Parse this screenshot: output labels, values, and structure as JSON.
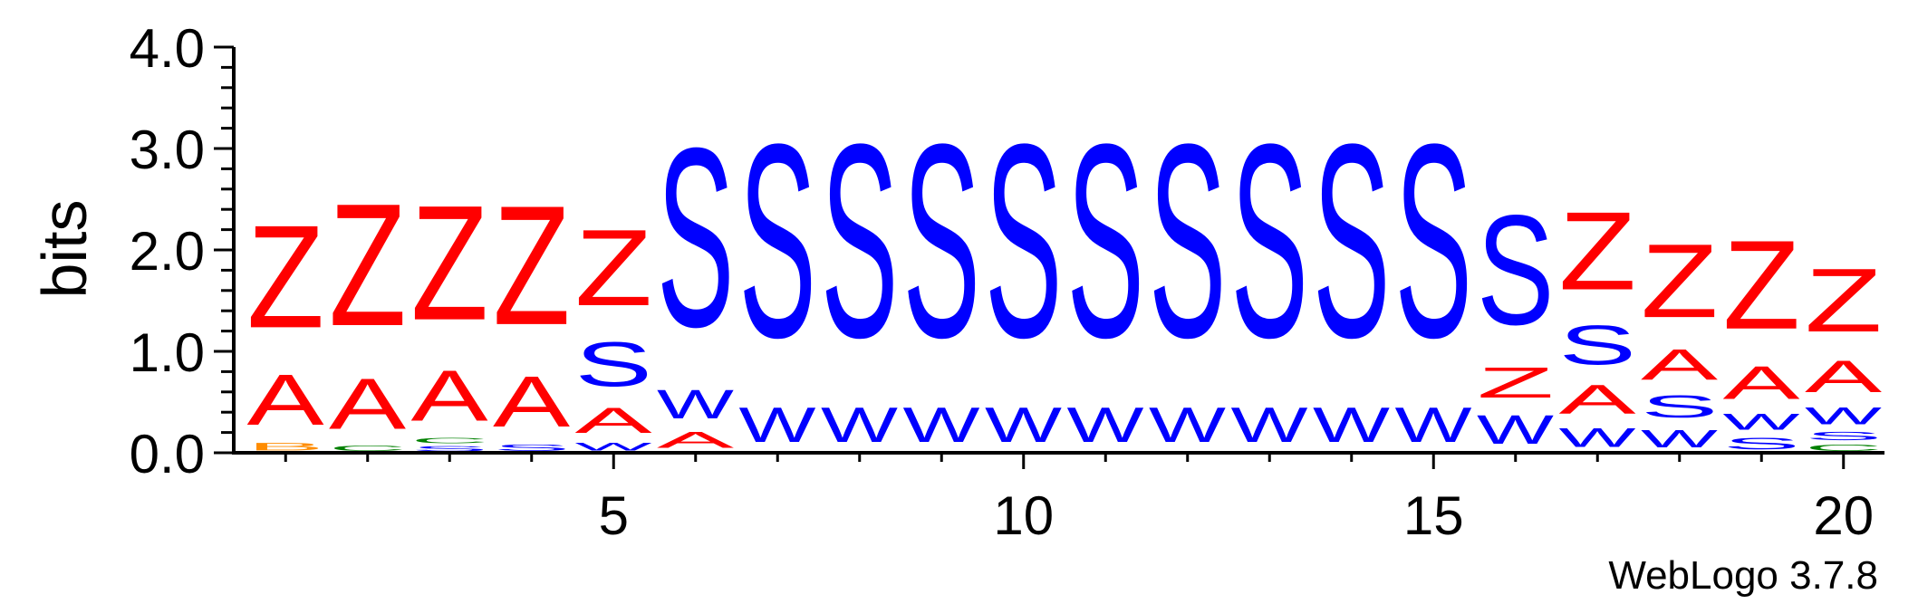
{
  "chart_data": {
    "type": "sequence-logo",
    "ylabel": "bits",
    "ylim": [
      0,
      4.0
    ],
    "y_ticks": [
      "0.0",
      "1.0",
      "2.0",
      "3.0",
      "4.0"
    ],
    "x_ticks": [
      5,
      10,
      15,
      20
    ],
    "positions": 20,
    "credit": "WebLogo 3.7.8",
    "letter_colors": {
      "Z": "#ff0000",
      "A": "#ff0000",
      "S": "#0000ff",
      "W": "#0000ff",
      "B": "#ff8c00",
      "C": "#008000"
    },
    "columns": [
      {
        "pos": 1,
        "stack": [
          {
            "l": "B",
            "h": 0.12
          },
          {
            "l": "A",
            "h": 0.8
          },
          {
            "l": "Z",
            "h": 1.62
          }
        ]
      },
      {
        "pos": 2,
        "stack": [
          {
            "l": "C",
            "h": 0.08
          },
          {
            "l": "A",
            "h": 0.8
          },
          {
            "l": "Z",
            "h": 1.93
          }
        ]
      },
      {
        "pos": 3,
        "stack": [
          {
            "l": "S",
            "h": 0.08
          },
          {
            "l": "C",
            "h": 0.08
          },
          {
            "l": "A",
            "h": 0.8
          },
          {
            "l": "Z",
            "h": 1.81
          }
        ]
      },
      {
        "pos": 4,
        "stack": [
          {
            "l": "S",
            "h": 0.1
          },
          {
            "l": "A",
            "h": 0.8
          },
          {
            "l": "Z",
            "h": 1.88
          }
        ]
      },
      {
        "pos": 5,
        "stack": [
          {
            "l": "W",
            "h": 0.12
          },
          {
            "l": "A",
            "h": 0.4
          },
          {
            "l": "S",
            "h": 0.7
          },
          {
            "l": "Z",
            "h": 1.2
          }
        ]
      },
      {
        "pos": 6,
        "stack": [
          {
            "l": "A",
            "h": 0.25
          },
          {
            "l": "W",
            "h": 0.45
          },
          {
            "l": "S",
            "h": 2.82
          }
        ]
      },
      {
        "pos": 7,
        "stack": [
          {
            "l": "W",
            "h": 0.55
          },
          {
            "l": "S",
            "h": 3.05
          }
        ]
      },
      {
        "pos": 8,
        "stack": [
          {
            "l": "W",
            "h": 0.55
          },
          {
            "l": "S",
            "h": 3.05
          }
        ]
      },
      {
        "pos": 9,
        "stack": [
          {
            "l": "W",
            "h": 0.55
          },
          {
            "l": "S",
            "h": 3.05
          }
        ]
      },
      {
        "pos": 10,
        "stack": [
          {
            "l": "W",
            "h": 0.55
          },
          {
            "l": "S",
            "h": 3.05
          }
        ]
      },
      {
        "pos": 11,
        "stack": [
          {
            "l": "W",
            "h": 0.55
          },
          {
            "l": "S",
            "h": 3.05
          }
        ]
      },
      {
        "pos": 12,
        "stack": [
          {
            "l": "W",
            "h": 0.55
          },
          {
            "l": "S",
            "h": 3.05
          }
        ]
      },
      {
        "pos": 13,
        "stack": [
          {
            "l": "W",
            "h": 0.55
          },
          {
            "l": "S",
            "h": 3.05
          }
        ]
      },
      {
        "pos": 14,
        "stack": [
          {
            "l": "W",
            "h": 0.55
          },
          {
            "l": "S",
            "h": 3.05
          }
        ]
      },
      {
        "pos": 15,
        "stack": [
          {
            "l": "W",
            "h": 0.55
          },
          {
            "l": "S",
            "h": 3.05
          }
        ]
      },
      {
        "pos": 16,
        "stack": [
          {
            "l": "W",
            "h": 0.45
          },
          {
            "l": "Z",
            "h": 0.48
          },
          {
            "l": "S",
            "h": 1.73
          }
        ]
      },
      {
        "pos": 17,
        "stack": [
          {
            "l": "W",
            "h": 0.3
          },
          {
            "l": "A",
            "h": 0.45
          },
          {
            "l": "S",
            "h": 0.62
          },
          {
            "l": "Z",
            "h": 1.23
          }
        ]
      },
      {
        "pos": 18,
        "stack": [
          {
            "l": "W",
            "h": 0.28
          },
          {
            "l": "S",
            "h": 0.35
          },
          {
            "l": "A",
            "h": 0.48
          },
          {
            "l": "Z",
            "h": 1.16
          }
        ]
      },
      {
        "pos": 19,
        "stack": [
          {
            "l": "S",
            "h": 0.18
          },
          {
            "l": "W",
            "h": 0.25
          },
          {
            "l": "A",
            "h": 0.52
          },
          {
            "l": "Z",
            "h": 1.4
          }
        ]
      },
      {
        "pos": 20,
        "stack": [
          {
            "l": "C",
            "h": 0.1
          },
          {
            "l": "S",
            "h": 0.13
          },
          {
            "l": "W",
            "h": 0.27
          },
          {
            "l": "A",
            "h": 0.5
          },
          {
            "l": "Z",
            "h": 1.0
          }
        ]
      }
    ]
  }
}
